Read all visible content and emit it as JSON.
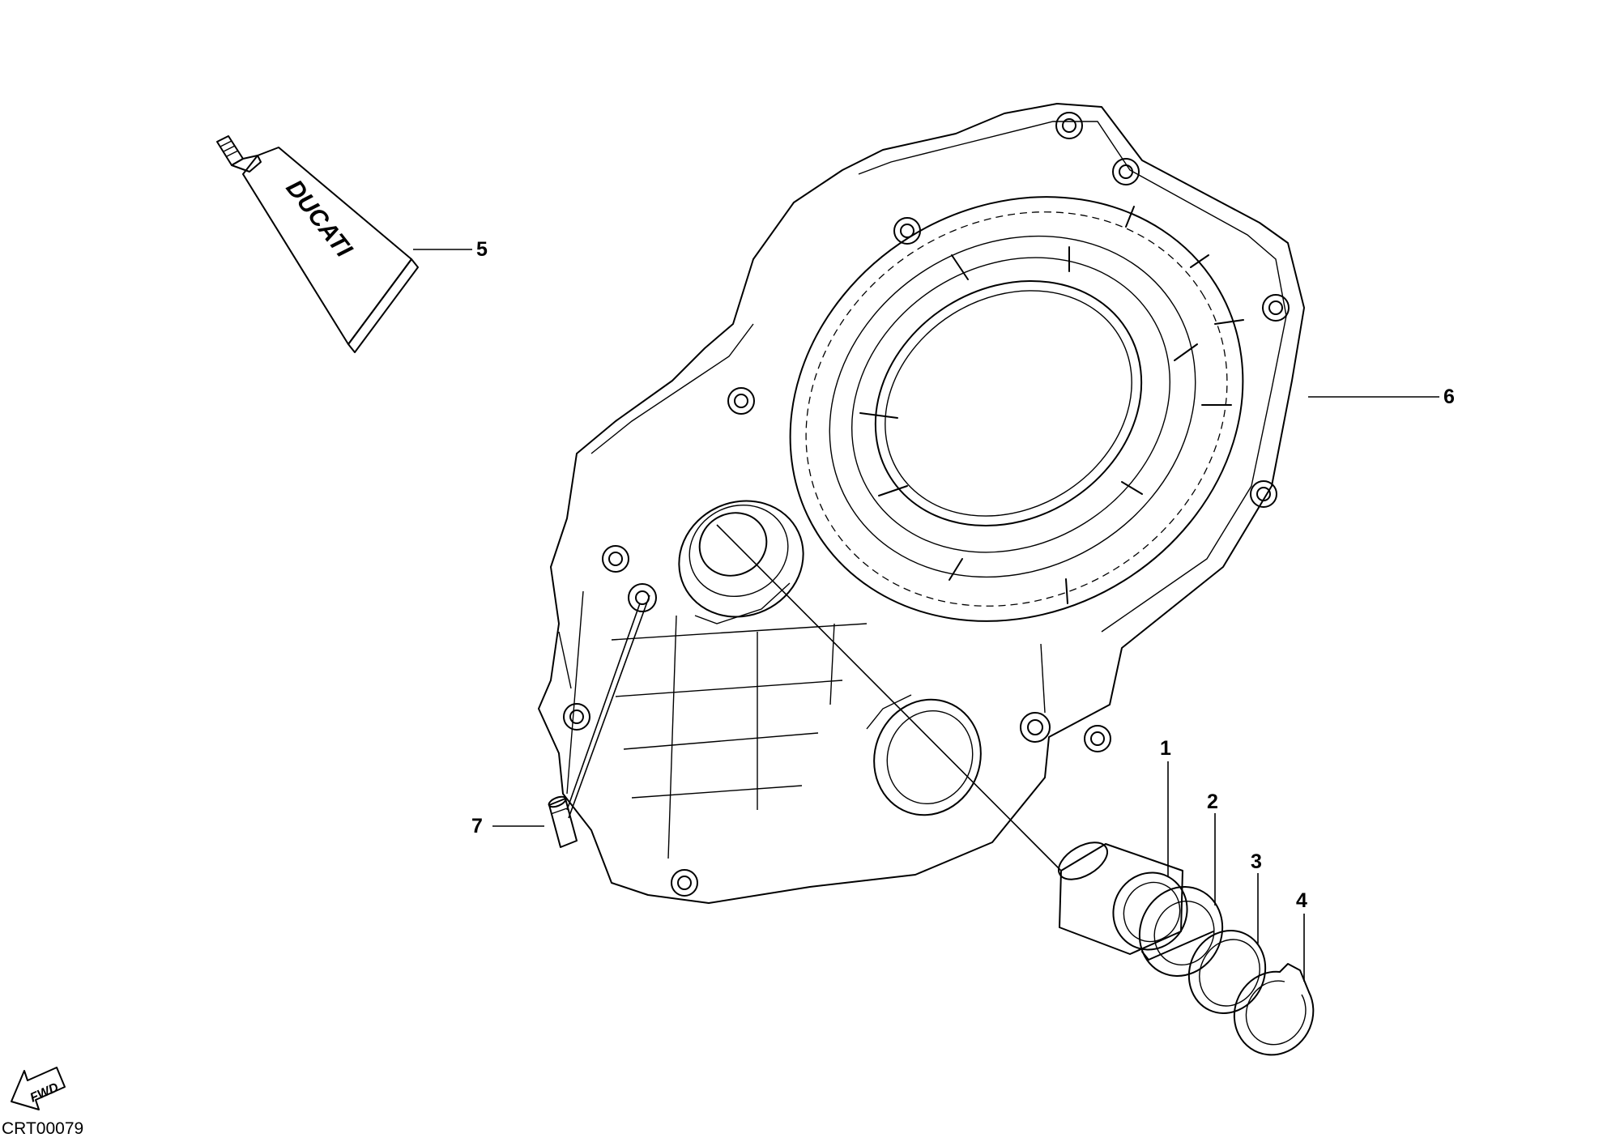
{
  "diagram": {
    "document_code": "CRT00079",
    "tube_brand": "DUCATI",
    "fwd_label": "FWD",
    "callouts": [
      {
        "id": "1",
        "label": "1"
      },
      {
        "id": "2",
        "label": "2"
      },
      {
        "id": "3",
        "label": "3"
      },
      {
        "id": "4",
        "label": "4"
      },
      {
        "id": "5",
        "label": "5"
      },
      {
        "id": "6",
        "label": "6"
      },
      {
        "id": "7",
        "label": "7"
      }
    ]
  }
}
